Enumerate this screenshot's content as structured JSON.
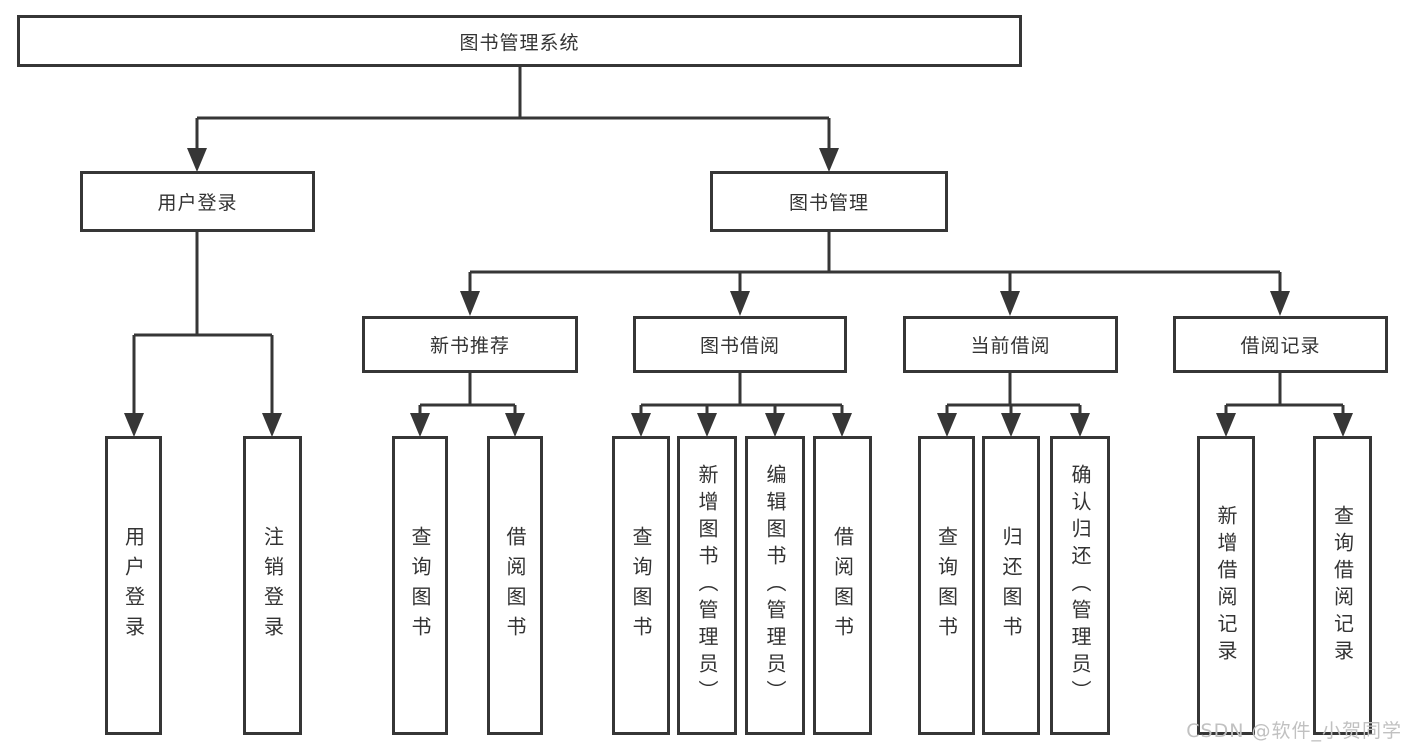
{
  "diagram": {
    "root": "图书管理系统",
    "branches": [
      {
        "label": "用户登录",
        "children": [
          {
            "label": "用户登录"
          },
          {
            "label": "注销登录"
          }
        ]
      },
      {
        "label": "图书管理",
        "children": [
          {
            "label": "新书推荐",
            "children": [
              {
                "label": "查询图书"
              },
              {
                "label": "借阅图书"
              }
            ]
          },
          {
            "label": "图书借阅",
            "children": [
              {
                "label": "查询图书"
              },
              {
                "label": "新增图书（管理员）"
              },
              {
                "label": "编辑图书（管理员）"
              },
              {
                "label": "借阅图书"
              }
            ]
          },
          {
            "label": "当前借阅",
            "children": [
              {
                "label": "查询图书"
              },
              {
                "label": "归还图书"
              },
              {
                "label": "确认归还（管理员）"
              }
            ]
          },
          {
            "label": "借阅记录",
            "children": [
              {
                "label": "新增借阅记录"
              },
              {
                "label": "查询借阅记录"
              }
            ]
          }
        ]
      }
    ]
  },
  "watermark": {
    "text": "CSDN @软件_小贺同学"
  },
  "colors": {
    "background": "#ffffff",
    "box_border": "#363636",
    "connector_line": "#363636",
    "text": "#333333",
    "watermark_text": "#c1c1c1"
  }
}
